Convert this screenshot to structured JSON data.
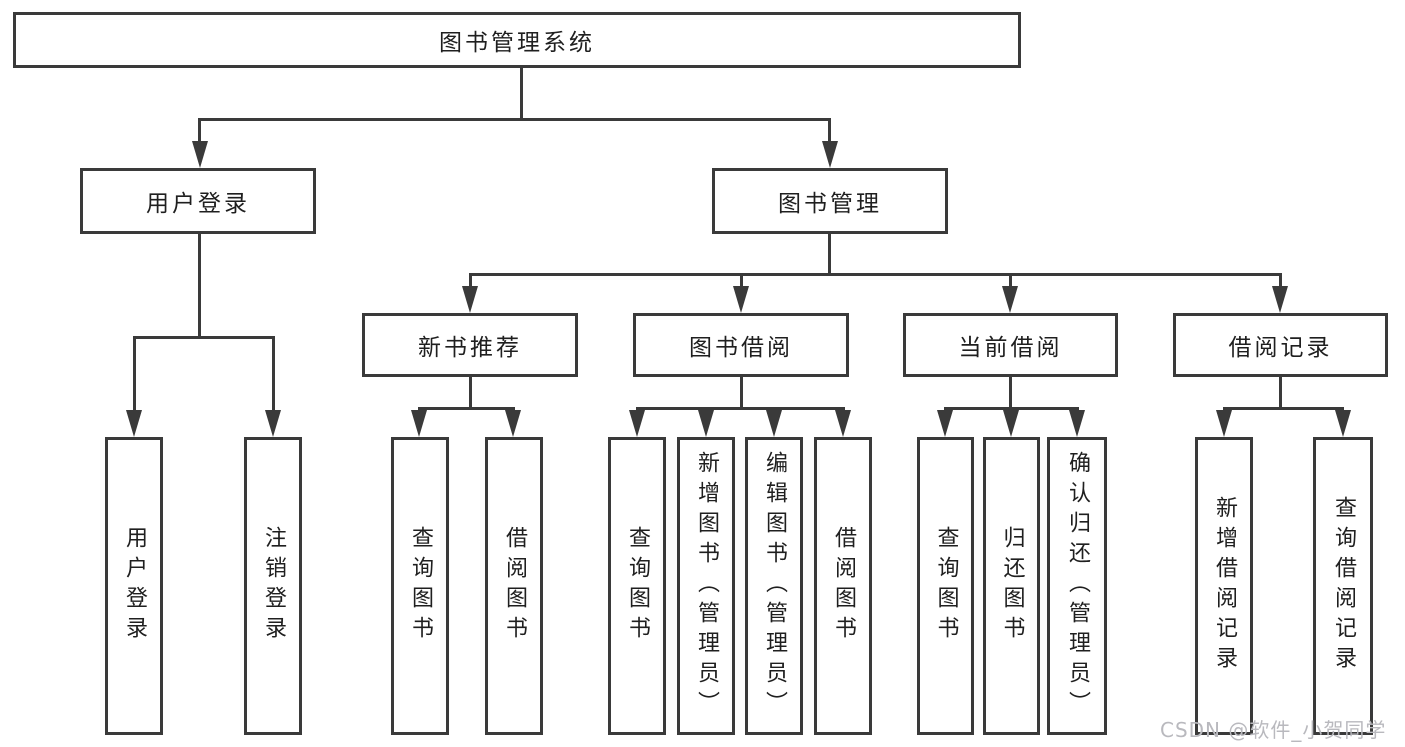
{
  "tree": {
    "root": {
      "label": "图书管理系统"
    },
    "level2": [
      {
        "label": "用户登录"
      },
      {
        "label": "图书管理"
      }
    ],
    "level3": [
      {
        "label": "新书推荐"
      },
      {
        "label": "图书借阅"
      },
      {
        "label": "当前借阅"
      },
      {
        "label": "借阅记录"
      }
    ],
    "leaves": {
      "userLogin": [
        "用户登录",
        "注销登录"
      ],
      "newBookRec": [
        "查询图书",
        "借阅图书"
      ],
      "bookBorrow": [
        "查询图书",
        "新增图书（管理员）",
        "编辑图书（管理员）",
        "借阅图书"
      ],
      "currentBorrow": [
        "查询图书",
        "归还图书",
        "确认归还（管理员）"
      ],
      "borrowRecords": [
        "新增借阅记录",
        "查询借阅记录"
      ]
    }
  },
  "watermark": "CSDN @软件_小贺同学",
  "colors": {
    "line": "#3a3a3a",
    "text": "#1f1f1f",
    "watermark": "#b9b9be",
    "background": "#ffffff"
  }
}
